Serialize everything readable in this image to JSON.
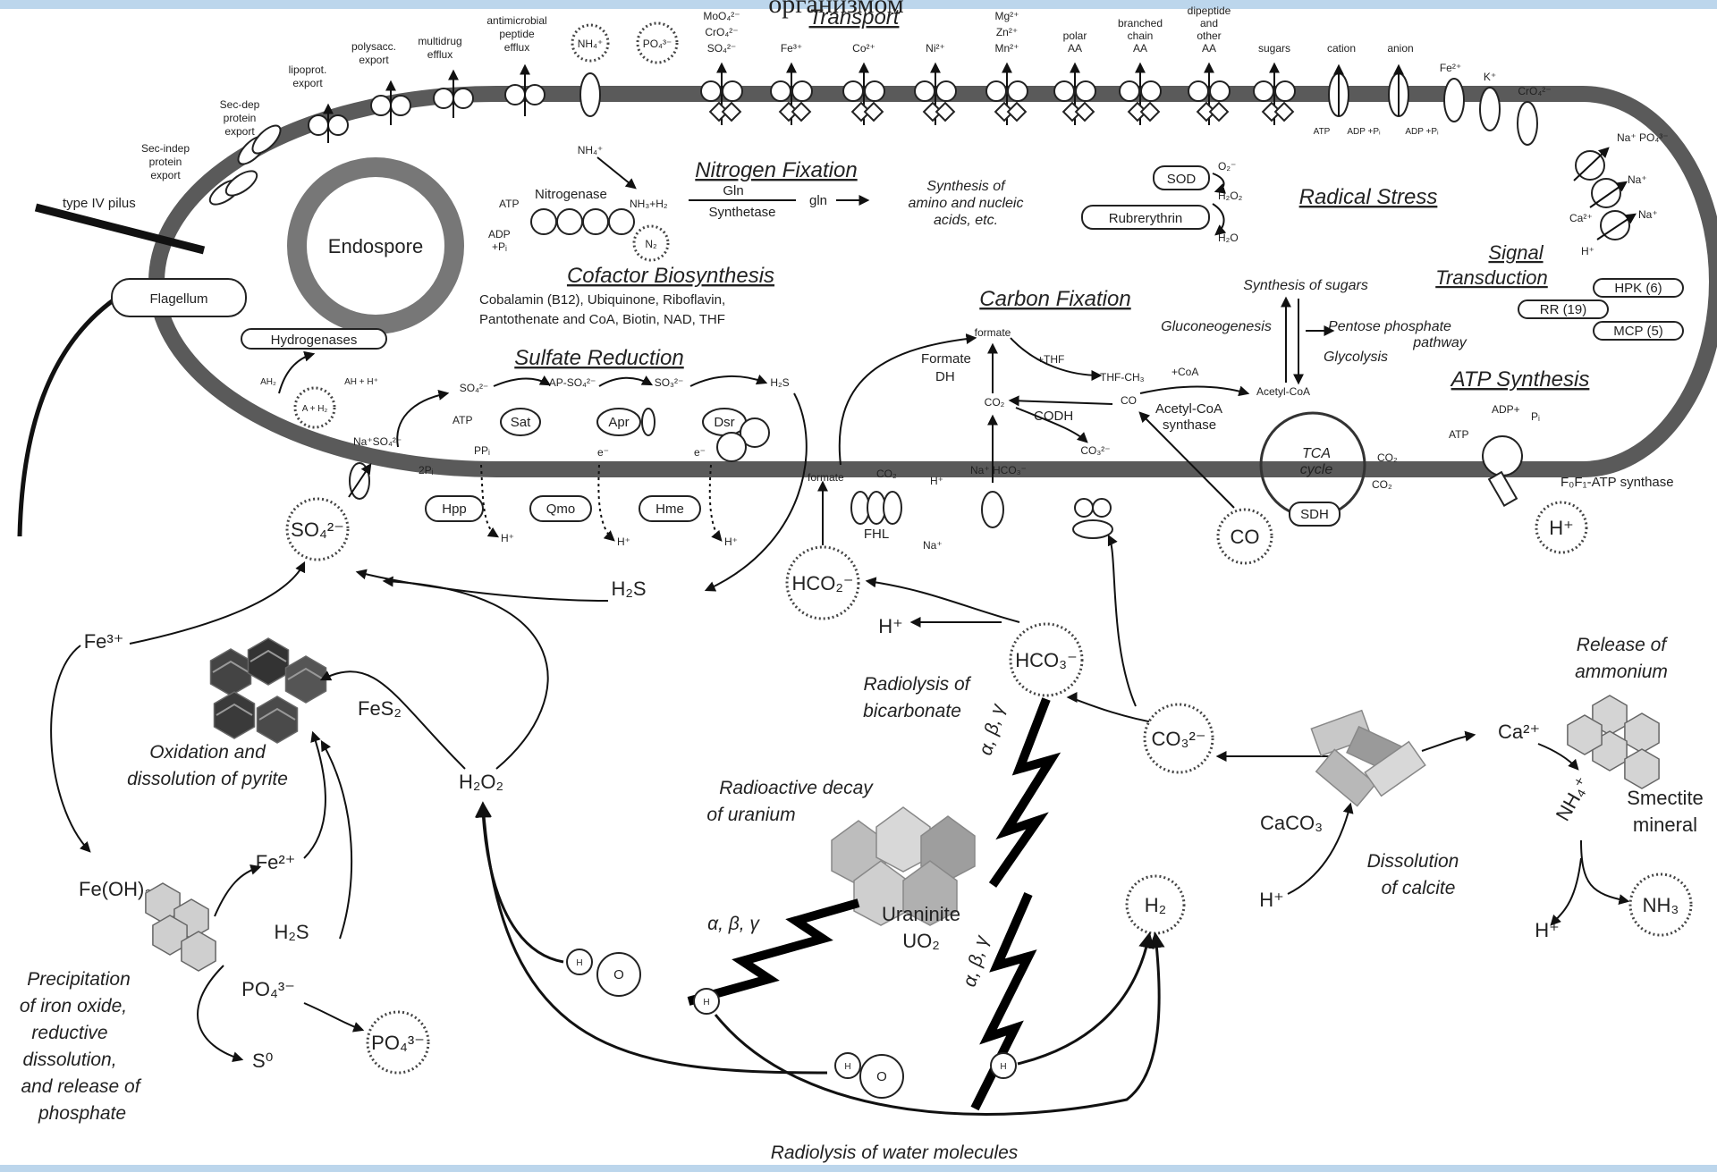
{
  "slide": {
    "title_fragment": "организмом"
  },
  "sections": {
    "transport": "Transport",
    "nitrogen_fixation": "Nitrogen Fixation",
    "radical_stress": "Radical Stress",
    "signal_transduction_1": "Signal",
    "signal_transduction_2": "Transduction",
    "cofactor": "Cofactor Biosynthesis",
    "carbon_fixation": "Carbon Fixation",
    "sulfate_reduction": "Sulfate Reduction",
    "atp_synthesis": "ATP Synthesis"
  },
  "cell": {
    "endospore": "Endospore",
    "flagellum": "Flagellum",
    "type_iv_pilus": "type IV pilus",
    "hydrogenases": "Hydrogenases"
  },
  "transporters": {
    "sec_indep_1": "Sec-indep",
    "sec_indep_2": "protein",
    "sec_indep_3": "export",
    "sec_dep_1": "Sec-dep",
    "sec_dep_2": "protein",
    "sec_dep_3": "export",
    "lipoprot_1": "lipoprot.",
    "lipoprot_2": "export",
    "polysacc_1": "polysacc.",
    "polysacc_2": "export",
    "multidrug_1": "multidrug",
    "multidrug_2": "efflux",
    "antimicrobial_1": "antimicrobial",
    "antimicrobial_2": "peptide",
    "antimicrobial_3": "efflux",
    "nh4": "NH₄⁺",
    "po4": "PO₄³⁻",
    "moo4": "MoO₄²⁻",
    "cro4": "CrO₄²⁻",
    "so4": "SO₄²⁻",
    "fe3": "Fe³⁺",
    "co2p": "Co²⁺",
    "ni2": "Ni²⁺",
    "mg2": "Mg²⁺",
    "zn2": "Zn²⁺",
    "mn2": "Mn²⁺",
    "polar_1": "polar",
    "polar_2": "AA",
    "branched_1": "branched",
    "branched_2": "chain",
    "branched_3": "AA",
    "dipeptide_1": "dipeptide",
    "dipeptide_2": "and",
    "dipeptide_3": "other",
    "dipeptide_4": "AA",
    "sugars": "sugars",
    "cation": "cation",
    "anion": "anion",
    "fe2": "Fe²⁺",
    "k": "K⁺",
    "cro4b": "CrO₄²⁻",
    "atp": "ATP",
    "adp_pi": "ADP +Pᵢ",
    "na_po4": "Na⁺ PO₄³⁻",
    "na": "Na⁺",
    "ca": "Ca²⁺",
    "na2": "Na⁺",
    "h": "H⁺"
  },
  "nitrogen": {
    "nh4": "NH₄⁺",
    "nitrogenase": "Nitrogenase",
    "atp": "ATP",
    "adp": "ADP",
    "pi": "+Pᵢ",
    "nh3_h2": "NH₃+H₂",
    "n2": "N₂",
    "gln": "Gln",
    "synthetase": "Synthetase",
    "gln_low": "gln",
    "synth_1": "Synthesis of",
    "synth_2": "amino and nucleic",
    "synth_3": "acids, etc."
  },
  "stress": {
    "sod": "SOD",
    "o2": "O₂⁻",
    "h2o2": "H₂O₂",
    "rubrerythrin": "Rubrerythrin",
    "h2o": "H₂O"
  },
  "signal": {
    "hpk": "HPK (6)",
    "rr": "RR (19)",
    "mcp": "MCP (5)"
  },
  "cofactor": {
    "line1": "Cobalamin (B12), Ubiquinone, Riboflavin,",
    "line2": "Pantothenate and CoA, Biotin, NAD, THF"
  },
  "hydrogenase": {
    "ah2": "AH₂",
    "a_h2": "A + H₂",
    "ah_h": "AH + H⁺"
  },
  "sulfate": {
    "so4": "SO₄²⁻",
    "ap_so4": "AP-SO₄²⁻",
    "so3": "SO₃²⁻",
    "h2s": "H₂S",
    "atp": "ATP",
    "sat": "Sat",
    "ppi": "PPᵢ",
    "apr": "Apr",
    "dsr": "Dsr",
    "e1": "e⁻",
    "e2": "e⁻",
    "na_so4": "Na⁺SO₄²⁻",
    "two_pi": "2Pᵢ",
    "hpp": "Hpp",
    "qmo": "Qmo",
    "hme": "Hme",
    "h1": "H⁺",
    "h2": "H⁺",
    "h3": "H⁺",
    "so4_out": "SO₄²⁻"
  },
  "carbon": {
    "formate": "formate",
    "formate_dh_1": "Formate",
    "formate_dh_2": "DH",
    "thf": "+THF",
    "thf_ch3": "THF-CH₃",
    "coa": "+CoA",
    "co2": "CO₂",
    "codh": "CODH",
    "co": "CO",
    "acetyl_synth_1": "Acetyl-CoA",
    "acetyl_synth_2": "synthase",
    "acetyl_coa": "Acetyl-CoA",
    "formate2": "formate",
    "co2b": "CO₂",
    "h": "H⁺",
    "fhl": "FHL",
    "na": "Na⁺",
    "na_hco3": "Na⁺ HCO₃⁻",
    "co3": "CO₃²⁻",
    "hco2": "HCO₂⁻",
    "co_out": "CO"
  },
  "metabolism": {
    "synth_sugars": "Synthesis of sugars",
    "gluconeo": "Gluconeogenesis",
    "ppp_1": "Pentose phosphate",
    "ppp_2": "pathway",
    "glycolysis": "Glycolysis",
    "tca_1": "TCA",
    "tca_2": "cycle",
    "co2a": "CO₂",
    "co2b": "CO₂",
    "sdh": "SDH"
  },
  "atp": {
    "atp": "ATP",
    "adp": "ADP+",
    "pi": "Pᵢ",
    "synthase": "F₀F₁-ATP synthase",
    "h": "H⁺"
  },
  "env": {
    "h2s": "H₂S",
    "fe3": "Fe³⁺",
    "fes2": "FeS₂",
    "pyrite_1": "Oxidation and",
    "pyrite_2": "dissolution of pyrite",
    "h2o2": "H₂O₂",
    "fe2": "Fe²⁺",
    "feoh3": "Fe(OH)₃",
    "h2s2": "H₂S",
    "po4": "PO₄³⁻",
    "s0": "S⁰",
    "po4_c": "PO₄³⁻",
    "precip_1": "Precipitation",
    "precip_2": "of iron oxide,",
    "precip_3": "reductive",
    "precip_4": "dissolution,",
    "precip_5": "and release of",
    "precip_6": "phosphate",
    "h_hco2": "H⁺",
    "hco3": "HCO₃⁻",
    "radbic_1": "Radiolysis of",
    "radbic_2": "bicarbonate",
    "abg": "α, β, γ",
    "raddecay_1": "Radioactive decay",
    "raddecay_2": "of uranium",
    "abg2": "α, β, γ",
    "uraninite": "Uraninite",
    "uo2": "UO₂",
    "abg3": "α, β, γ",
    "co3": "CO₃²⁻",
    "caco3": "CaCO₃",
    "ca": "Ca²⁺",
    "h_calc": "H⁺",
    "calcite_1": "Dissolution",
    "calcite_2": "of calcite",
    "amm_1": "Release of",
    "amm_2": "ammonium",
    "smectite_1": "Smectite",
    "smectite_2": "mineral",
    "nh4": "NH₄⁺",
    "nh3": "NH₃",
    "h_end": "H⁺",
    "h2": "H₂",
    "water": "Radiolysis of water molecules",
    "o1": "O",
    "h_a": "H",
    "h_b": "H",
    "o2": "O",
    "h_c": "H",
    "h_d": "H"
  },
  "colors": {
    "membrane": "#5a5a5a",
    "background": "#cfe3f3",
    "ink": "#222222"
  }
}
